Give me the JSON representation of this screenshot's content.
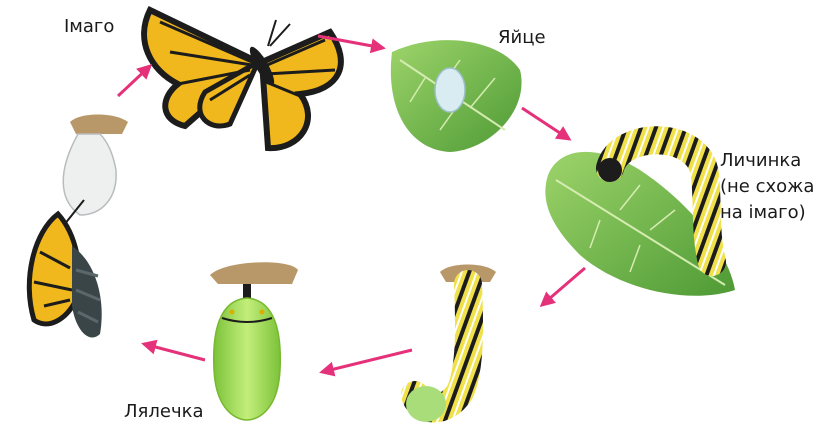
{
  "labels": {
    "imago": "Імаго",
    "egg": "Яйце",
    "larva": [
      "Личинка",
      "(не схожа",
      "на імаго)"
    ],
    "pupa": "Лялечка"
  },
  "colors": {
    "arrow": "#e5317a",
    "wing_orange": "#f0b81c",
    "wing_black": "#1c1c1c",
    "leaf_green": "#6fb94a",
    "chrysalis_green": "#9ad64a",
    "caterpillar_yellow": "#f0e04a"
  },
  "stages": [
    "butterfly-icon",
    "egg-on-leaf-icon",
    "caterpillar-on-leaf-icon",
    "hanging-caterpillar-icon",
    "chrysalis-icon",
    "emerging-butterfly-icon"
  ]
}
